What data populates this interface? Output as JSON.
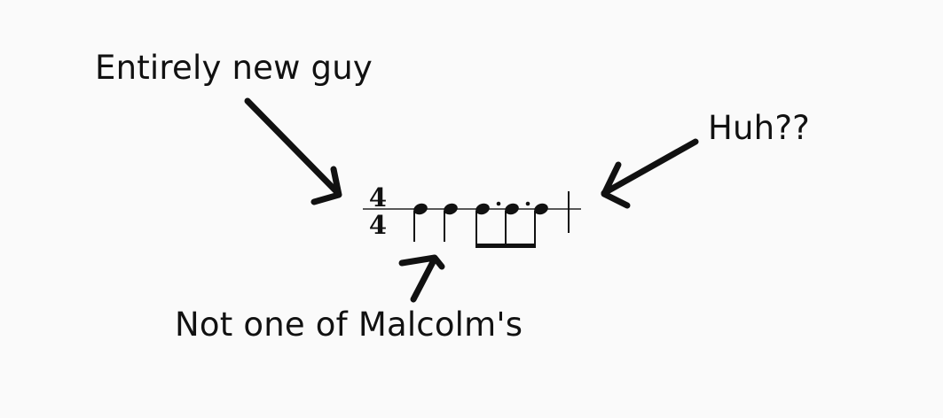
{
  "annotations": {
    "new_guy": "Entirely new guy",
    "huh": "Huh??",
    "not_malcolm": "Not one of Malcolm's"
  },
  "score": {
    "time_signature": {
      "top": "4",
      "bottom": "4"
    },
    "notes": [
      {
        "duration": "quarter",
        "dotted": false,
        "beamed": false
      },
      {
        "duration": "quarter",
        "dotted": false,
        "beamed": false
      },
      {
        "duration": "eighth",
        "dotted": true,
        "beamed": true
      },
      {
        "duration": "eighth",
        "dotted": true,
        "beamed": true
      },
      {
        "duration": "eighth",
        "dotted": false,
        "beamed": true
      }
    ]
  },
  "colors": {
    "background": "#fafafa",
    "ink": "#111111"
  }
}
